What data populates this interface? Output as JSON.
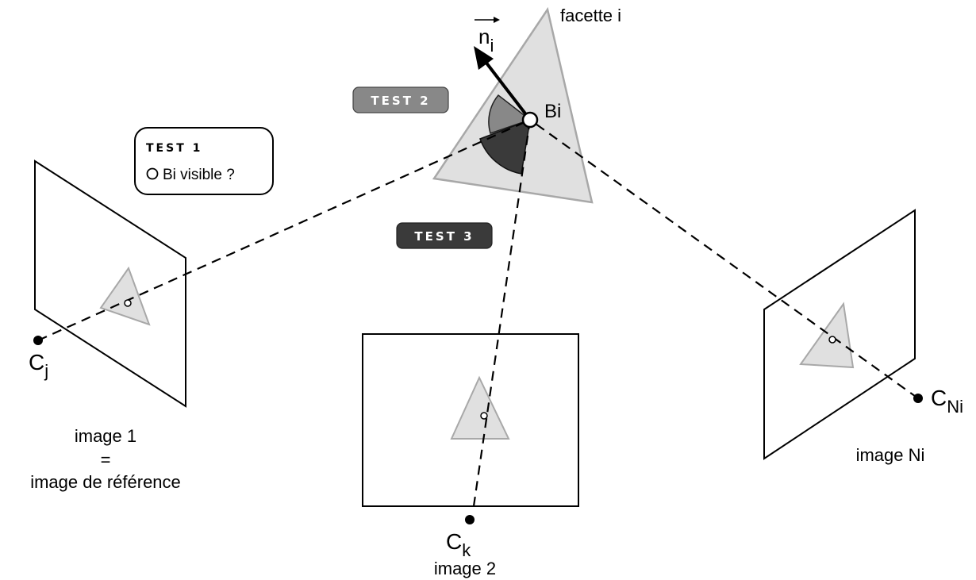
{
  "facet": {
    "name": "facette i",
    "normal_main": "n",
    "normal_sub": "i",
    "point": "Bi"
  },
  "tests": {
    "test1": {
      "title": "TEST 1",
      "question": "Bi visible ?"
    },
    "test2": {
      "title": "TEST 2"
    },
    "test3": {
      "title": "TEST 3"
    }
  },
  "images": {
    "image1": {
      "line1": "image 1",
      "line2": "=",
      "line3": "image de référence"
    },
    "image2": {
      "label": "image 2"
    },
    "imageN": {
      "label": "image Ni"
    }
  },
  "cameras": {
    "cj": {
      "main": "C",
      "sub": "j"
    },
    "ck": {
      "main": "C",
      "sub": "k"
    },
    "cn": {
      "main": "C",
      "sub": "Ni"
    }
  },
  "colors": {
    "facet_fill": "#e0e0e0",
    "facet_stroke": "#a8a8a8",
    "test2_fill": "#888888",
    "test3_fill": "#3a3a3a",
    "line": "#000000"
  }
}
